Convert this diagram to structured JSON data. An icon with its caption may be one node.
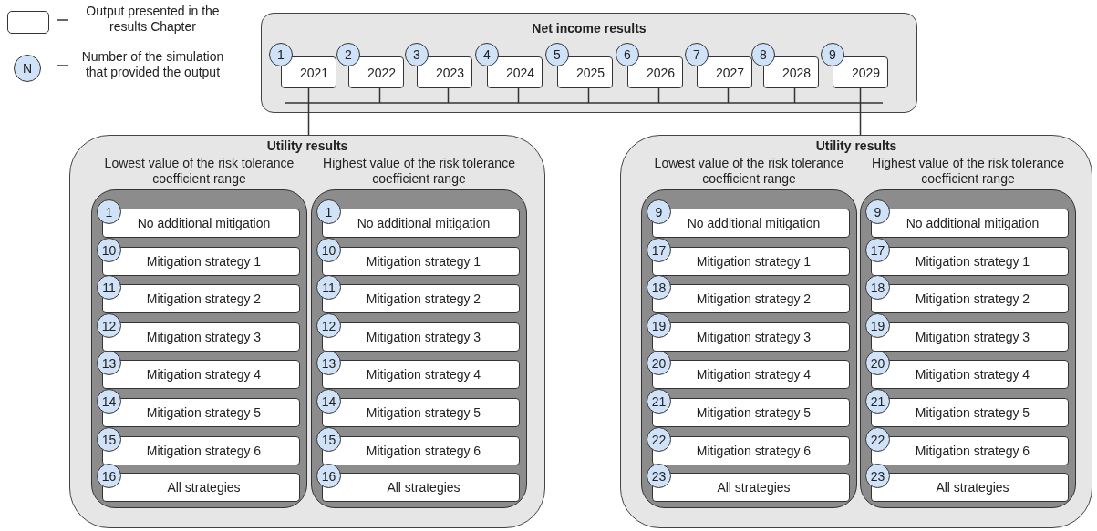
{
  "diagram": {
    "nodes": [
      {
        "text": [
          "Net income results"
        ]
      },
      {
        "text": [
          "1"
        ],
        "in": 0
      },
      {
        "text": [
          "2021"
        ],
        "in": 0
      },
      {
        "text": [
          "2"
        ],
        "in": 0
      },
      {
        "text": [
          "2022"
        ],
        "in": 0
      },
      {
        "text": [
          "3"
        ],
        "in": 0
      },
      {
        "text": [
          "2023"
        ],
        "in": 0
      },
      {
        "text": [
          "4"
        ],
        "in": 0
      },
      {
        "text": [
          "2024"
        ],
        "in": 0
      },
      {
        "text": [
          "5"
        ],
        "in": 0
      },
      {
        "text": [
          "2025"
        ],
        "in": 0
      },
      {
        "text": [
          "6"
        ],
        "in": 0
      },
      {
        "text": [
          "2026"
        ],
        "in": 0
      },
      {
        "text": [
          "7"
        ],
        "in": 0
      },
      {
        "text": [
          "2027"
        ],
        "in": 0
      },
      {
        "text": [
          "8"
        ],
        "in": 0
      },
      {
        "text": [
          "2028"
        ],
        "in": 0
      },
      {
        "text": [
          "9"
        ],
        "in": 0
      },
      {
        "text": [
          "2029"
        ],
        "in": 0
      },
      {
        "text": [
          "Utility results"
        ]
      },
      {
        "text": [
          "Lowest value of the risk tolerance coefficient range"
        ],
        "in": 19
      },
      {
        "text": [
          "1"
        ],
        "in": 20
      },
      {
        "text": [
          "No additional mitigation"
        ],
        "in": 20
      },
      {
        "text": [
          "10"
        ],
        "in": 20
      },
      {
        "text": [
          "Mitigation strategy 1"
        ],
        "in": 20
      },
      {
        "text": [
          "11"
        ],
        "in": 20
      },
      {
        "text": [
          "Mitigation strategy 2"
        ],
        "in": 20
      },
      {
        "text": [
          "12"
        ],
        "in": 20
      },
      {
        "text": [
          "Mitigation strategy 3"
        ],
        "in": 20
      },
      {
        "text": [
          "13"
        ],
        "in": 20
      },
      {
        "text": [
          "Mitigation strategy 4"
        ],
        "in": 20
      },
      {
        "text": [
          "14"
        ],
        "in": 20
      },
      {
        "text": [
          "Mitigation strategy 5"
        ],
        "in": 20
      },
      {
        "text": [
          "15"
        ],
        "in": 20
      },
      {
        "text": [
          "Mitigation strategy 6"
        ],
        "in": 20
      },
      {
        "text": [
          "16"
        ],
        "in": 20
      },
      {
        "text": [
          "All strategies"
        ],
        "in": 20
      },
      {
        "text": [
          "Highest value of the risk tolerance coefficient range"
        ],
        "in": 19
      },
      {
        "text": [
          "1"
        ],
        "in": 37
      },
      {
        "text": [
          "No additional mitigation"
        ],
        "in": 37
      },
      {
        "text": [
          "10"
        ],
        "in": 37
      },
      {
        "text": [
          "Mitigation strategy 1"
        ],
        "in": 37
      },
      {
        "text": [
          "11"
        ],
        "in": 37
      },
      {
        "text": [
          "Mitigation strategy 2"
        ],
        "in": 37
      },
      {
        "text": [
          "12"
        ],
        "in": 37
      },
      {
        "text": [
          "Mitigation strategy 3"
        ],
        "in": 37
      },
      {
        "text": [
          "13"
        ],
        "in": 37
      },
      {
        "text": [
          "Mitigation strategy 4"
        ],
        "in": 37
      },
      {
        "text": [
          "14"
        ],
        "in": 37
      },
      {
        "text": [
          "Mitigation strategy 5"
        ],
        "in": 37
      },
      {
        "text": [
          "15"
        ],
        "in": 37
      },
      {
        "text": [
          "Mitigation strategy 6"
        ],
        "in": 37
      },
      {
        "text": [
          "16"
        ],
        "in": 37
      },
      {
        "text": [
          "All strategies"
        ],
        "in": 37
      },
      {
        "text": [
          "Utility results"
        ]
      },
      {
        "text": [
          "Lowest value of the risk tolerance coefficient range"
        ],
        "in": 54
      },
      {
        "text": [
          "9"
        ],
        "in": 55
      },
      {
        "text": [
          "No additional mitigation"
        ],
        "in": 55
      },
      {
        "text": [
          "17"
        ],
        "in": 55
      },
      {
        "text": [
          "Mitigation strategy 1"
        ],
        "in": 55
      },
      {
        "text": [
          "18"
        ],
        "in": 55
      },
      {
        "text": [
          "Mitigation strategy 2"
        ],
        "in": 55
      },
      {
        "text": [
          "19"
        ],
        "in": 55
      },
      {
        "text": [
          "Mitigation strategy 3"
        ],
        "in": 55
      },
      {
        "text": [
          "20"
        ],
        "in": 55
      },
      {
        "text": [
          "Mitigation strategy 4"
        ],
        "in": 55
      },
      {
        "text": [
          "21"
        ],
        "in": 55
      },
      {
        "text": [
          "Mitigation strategy 5"
        ],
        "in": 55
      },
      {
        "text": [
          "22"
        ],
        "in": 55
      },
      {
        "text": [
          "Mitigation strategy 6"
        ],
        "in": 55
      },
      {
        "text": [
          "23"
        ],
        "in": 55
      },
      {
        "text": [
          "All strategies"
        ],
        "in": 55
      },
      {
        "text": [
          "Highest value of the risk tolerance coefficient range"
        ],
        "in": 54
      },
      {
        "text": [
          "9"
        ],
        "in": 72
      },
      {
        "text": [
          "No additional mitigation"
        ],
        "in": 72
      },
      {
        "text": [
          "17"
        ],
        "in": 72
      },
      {
        "text": [
          "Mitigation strategy 1"
        ],
        "in": 72
      },
      {
        "text": [
          "18"
        ],
        "in": 72
      },
      {
        "text": [
          "Mitigation strategy 2"
        ],
        "in": 72
      },
      {
        "text": [
          "19"
        ],
        "in": 72
      },
      {
        "text": [
          "Mitigation strategy 3"
        ],
        "in": 72
      },
      {
        "text": [
          "20"
        ],
        "in": 72
      },
      {
        "text": [
          "Mitigation strategy 4"
        ],
        "in": 72
      },
      {
        "text": [
          "21"
        ],
        "in": 72
      },
      {
        "text": [
          "Mitigation strategy 5"
        ],
        "in": 72
      },
      {
        "text": [
          "22"
        ],
        "in": 72
      },
      {
        "text": [
          "Mitigation strategy 6"
        ],
        "in": 72
      },
      {
        "text": [
          "23"
        ],
        "in": 72
      },
      {
        "text": [
          "All strategies"
        ],
        "in": 72
      }
    ],
    "edges": [
      {
        "from": 2,
        "to": 19,
        "arrow": "none"
      },
      {
        "from": 18,
        "to": 54,
        "arrow": "none"
      }
    ],
    "labels": [
      "N"
    ],
    "legend": [
      {
        "text": "Output presented in the results Chapter"
      },
      {
        "text": "Number of the simulation that provided the output"
      }
    ]
  }
}
